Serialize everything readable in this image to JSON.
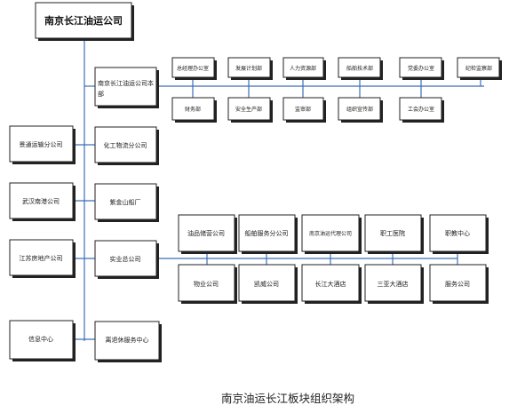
{
  "diagram": {
    "root": "南京长江油运公司",
    "hq": "南京长江油运公司本部",
    "hq_departments_top": [
      "总经理办公室",
      "发展计划部",
      "人力资源部",
      "船舶技术部",
      "党委办公室",
      "纪检监察部"
    ],
    "hq_departments_bottom": [
      "财务部",
      "安全生产部",
      "监审部",
      "组织宣传部",
      "工会办公室"
    ],
    "left_units": [
      "景通运输分公司",
      "武汉南港公司",
      "江苏房地产公司",
      "信息中心"
    ],
    "right_units": [
      "化工物流分公司",
      "紫金山船厂",
      "实业总公司",
      "离退休服务中心"
    ],
    "industrial_sub_top": [
      "油品储营公司",
      "船舶服务分公司",
      "南京油运代理公司",
      "职工医院",
      "职教中心"
    ],
    "industrial_sub_bottom": [
      "物业公司",
      "凯威公司",
      "长江大酒店",
      "三亚大酒店",
      "服务公司"
    ],
    "caption": "南京油运长江板块组织架构"
  }
}
